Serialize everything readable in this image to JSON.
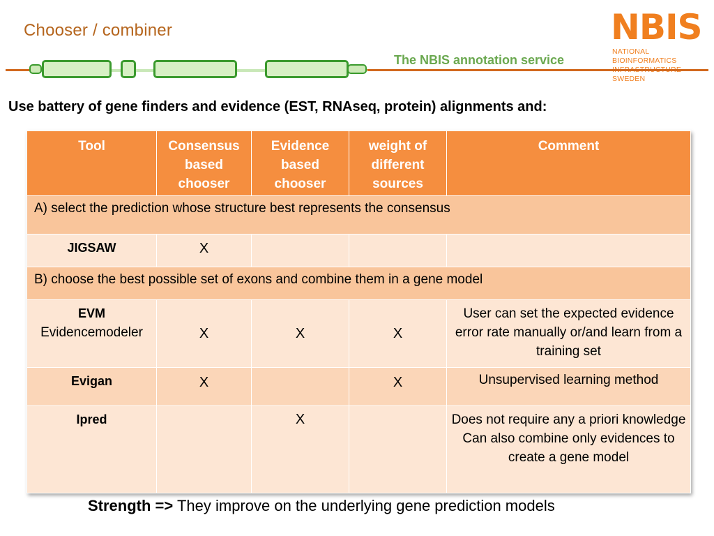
{
  "header": {
    "title": "Chooser / combiner",
    "service": "The NBIS annotation service",
    "logo_text": "NBIS",
    "logo_subtitle_line1": "NATIONAL BIOINFORMATICS",
    "logo_subtitle_line2": "INFRASTRUCTURE SWEDEN"
  },
  "intro": "Use battery of gene finders and evidence (EST, RNAseq, protein) alignments and:",
  "table": {
    "headers": [
      "Tool",
      "Consensus based chooser",
      "Evidence based chooser",
      "weight of different sources",
      "Comment"
    ],
    "section_a": "A) select the prediction whose structure best represents the consensus",
    "section_b": "B) choose the best possible set of exons and combine them in a gene model",
    "rows": [
      {
        "tool": "JIGSAW",
        "tool_sub": "",
        "consensus": "X",
        "evidence": "",
        "weight": "",
        "comment": ""
      },
      {
        "tool": "EVM",
        "tool_sub": "Evidencemodeler",
        "consensus": "X",
        "evidence": "X",
        "weight": "X",
        "comment": "User can set the expected evidence error rate manually or/and learn from a training set"
      },
      {
        "tool": "Evigan",
        "tool_sub": "",
        "consensus": "X",
        "evidence": "",
        "weight": "X",
        "comment": "Unsupervised learning method"
      },
      {
        "tool": "Ipred",
        "tool_sub": "",
        "consensus": "",
        "evidence": "X",
        "weight": "",
        "comment_line1": "Does not require any a priori knowledge",
        "comment_line2": "Can also combine only evidences to create a gene model"
      }
    ]
  },
  "footer": {
    "strength_label": "Strength =>",
    "strength_text": " They improve on the underlying gene prediction models"
  },
  "colors": {
    "header_orange": "#f58e3f",
    "section_fill": "#f9c59b",
    "row_fill": "#fde6d4",
    "title_brown": "#b5651d",
    "service_green": "#6aa84f",
    "logo_orange": "#f07f1f"
  }
}
